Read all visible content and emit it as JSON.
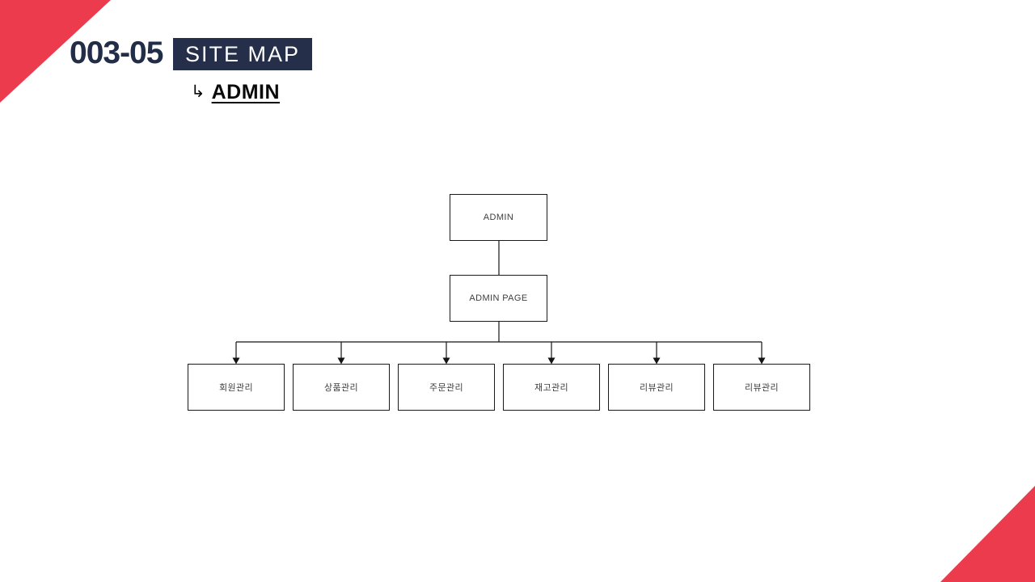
{
  "page": {
    "background": "#ffffff",
    "accent_red": "#ED3B4E",
    "accent_navy": "#262F49"
  },
  "header": {
    "slide_number": "003-05",
    "title_badge": "SITE MAP",
    "subtitle_hook": "↳",
    "subtitle": "ADMIN"
  },
  "sitemap": {
    "root": {
      "label": "ADMIN"
    },
    "level2": {
      "label": "ADMIN PAGE"
    },
    "children": [
      {
        "label": "회원관리"
      },
      {
        "label": "상품관리"
      },
      {
        "label": "주문관리"
      },
      {
        "label": "재고관리"
      },
      {
        "label": "리뷰관리"
      },
      {
        "label": "리뷰관리"
      }
    ]
  }
}
